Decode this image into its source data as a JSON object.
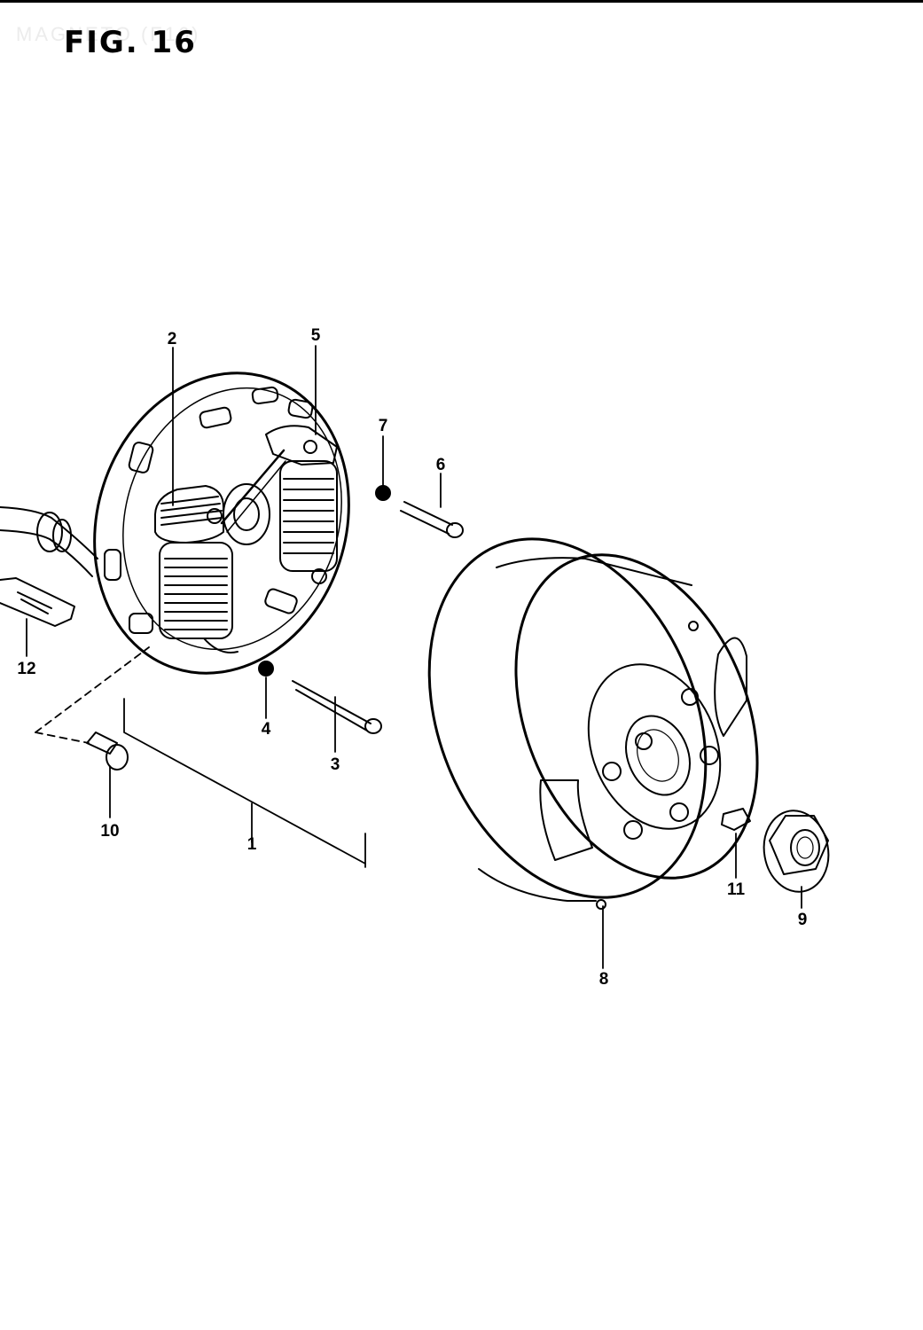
{
  "figure": {
    "title": "FIG. 16",
    "ghost_title": "MAGNETO (F16)"
  },
  "callouts": [
    {
      "id": "1",
      "label": "1"
    },
    {
      "id": "2",
      "label": "2"
    },
    {
      "id": "3",
      "label": "3"
    },
    {
      "id": "4",
      "label": "4"
    },
    {
      "id": "5",
      "label": "5"
    },
    {
      "id": "6",
      "label": "6"
    },
    {
      "id": "7",
      "label": "7"
    },
    {
      "id": "8",
      "label": "8"
    },
    {
      "id": "9",
      "label": "9"
    },
    {
      "id": "10",
      "label": "10"
    },
    {
      "id": "11",
      "label": "11"
    },
    {
      "id": "12",
      "label": "12"
    }
  ],
  "colors": {
    "ink": "#000000",
    "paper": "#ffffff"
  }
}
